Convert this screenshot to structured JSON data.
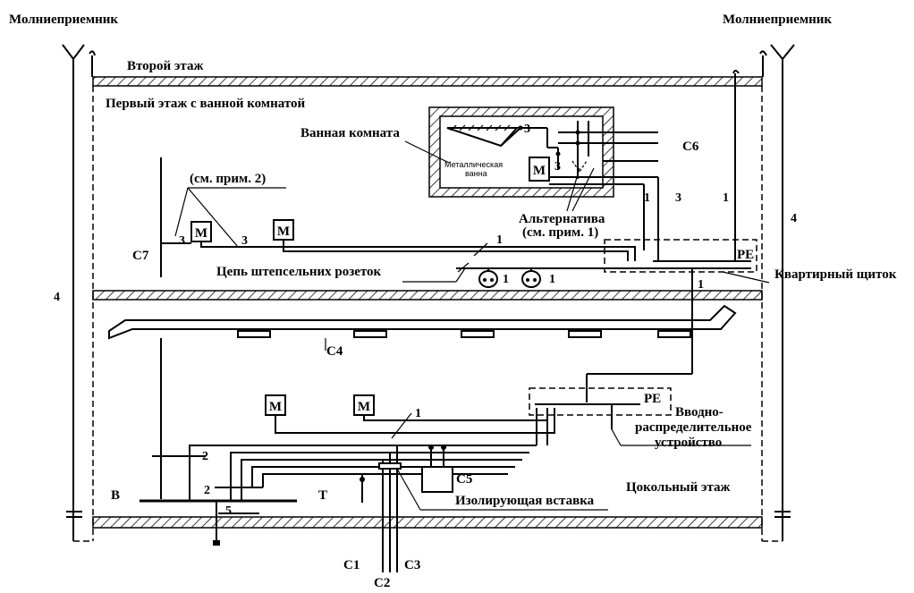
{
  "labels": {
    "lightning_left": "Молниеприемник",
    "lightning_right": "Молниеприемник",
    "second_floor": "Второй этаж",
    "first_floor": "Первый этаж с ванной комнатой",
    "bathroom": "Ванная комната",
    "metal_bath_line1": "Металлическая",
    "metal_bath_line2": "ванна",
    "c6": "С6",
    "c7": "С7",
    "note2": "(см. прим. 2)",
    "alternative_line1": "Альтернатива",
    "alternative_line2": "(см. прим. 1)",
    "socket_circuit": "Цепь штепсельних розеток",
    "pe_top": "PE",
    "apartment_panel": "Квартирный щиток",
    "c4": "С4",
    "pe_bottom": "PE",
    "input_device_line1": "Вводно-",
    "input_device_line2": "распределительное",
    "input_device_line3": "устройство",
    "c5": "С5",
    "insulating_insert": "Изолирующая  вставка",
    "basement": "Цокольный этаж",
    "b": "В",
    "t": "Т",
    "c1": "С1",
    "c2": "С2",
    "c3": "С3"
  },
  "motor_label": "М",
  "numbers": {
    "n1": "1",
    "n2": "2",
    "n3": "3",
    "n4": "4",
    "n5": "5"
  }
}
